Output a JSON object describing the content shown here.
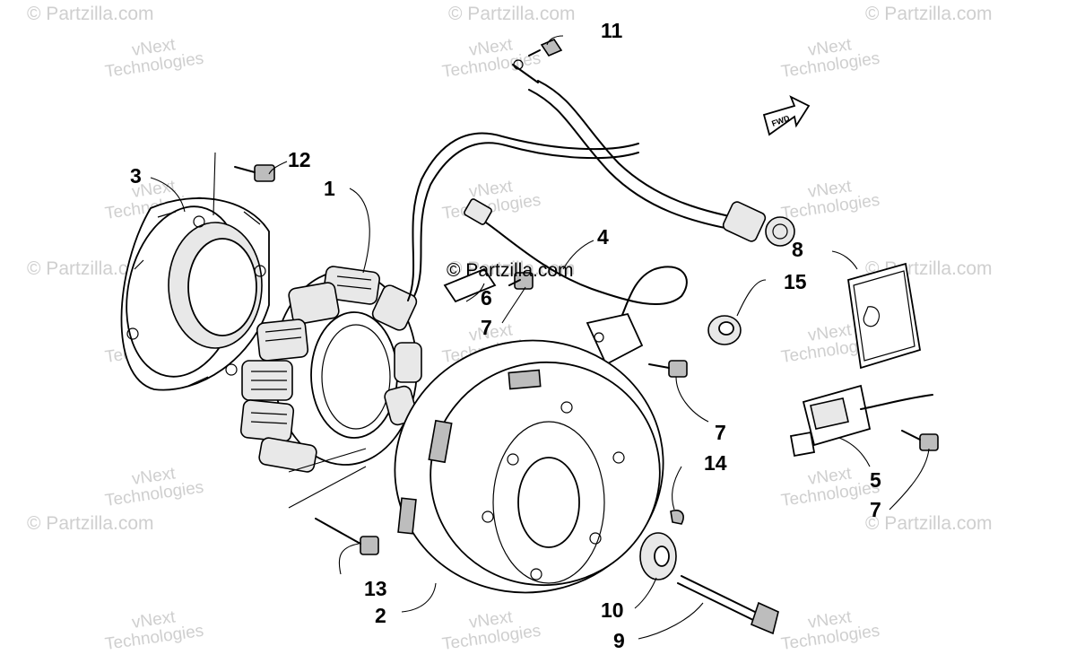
{
  "watermarks": {
    "partzilla": "© Partzilla.com",
    "vnext_line1": "vNext",
    "vnext_line2": "Technologies"
  },
  "center_watermark": "© Partzilla.com",
  "fwd_label": "FWD",
  "callouts": [
    "1",
    "2",
    "3",
    "4",
    "5",
    "6",
    "7",
    "7",
    "7",
    "8",
    "9",
    "10",
    "11",
    "12",
    "13",
    "14",
    "15"
  ]
}
